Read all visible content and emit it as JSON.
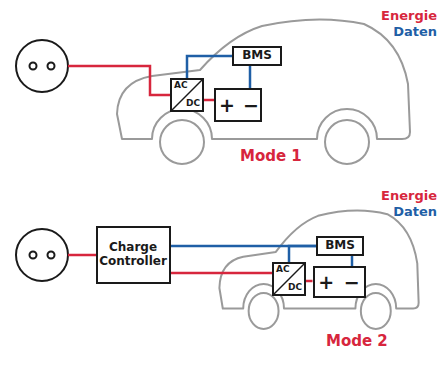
{
  "diagram": {
    "nodes": [
      {
        "text": [
          "AC",
          "DC"
        ]
      },
      {
        "text": [
          "BMS"
        ]
      },
      {
        "text": [
          "+",
          "−"
        ]
      },
      {
        "text": [
          "Charge Controller"
        ]
      },
      {
        "text": [
          "AC",
          "DC"
        ]
      },
      {
        "text": [
          "BMS"
        ]
      },
      {
        "text": [
          "+",
          "−"
        ]
      }
    ],
    "edges": [
      {
        "from": 0,
        "to": 2,
        "arrow": "none"
      },
      {
        "from": 0,
        "to": 1,
        "arrow": "none"
      },
      {
        "from": 1,
        "to": 2,
        "arrow": "none"
      },
      {
        "from": 3,
        "to": 4,
        "arrow": "none"
      },
      {
        "from": 3,
        "to": 5,
        "arrow": "none"
      },
      {
        "from": 4,
        "to": 5,
        "arrow": "none"
      },
      {
        "from": 5,
        "to": 6,
        "arrow": "none"
      },
      {
        "from": 4,
        "to": 6,
        "arrow": "none"
      }
    ],
    "labels": [
      "Mode 1",
      "Mode 2"
    ],
    "legend": [
      {
        "text": "Energie",
        "color": "#d7263d"
      },
      {
        "text": "Daten",
        "color": "#1f5fa6"
      },
      {
        "text": "Energie",
        "color": "#d7263d"
      },
      {
        "text": "Daten",
        "color": "#1f5fa6"
      }
    ]
  }
}
